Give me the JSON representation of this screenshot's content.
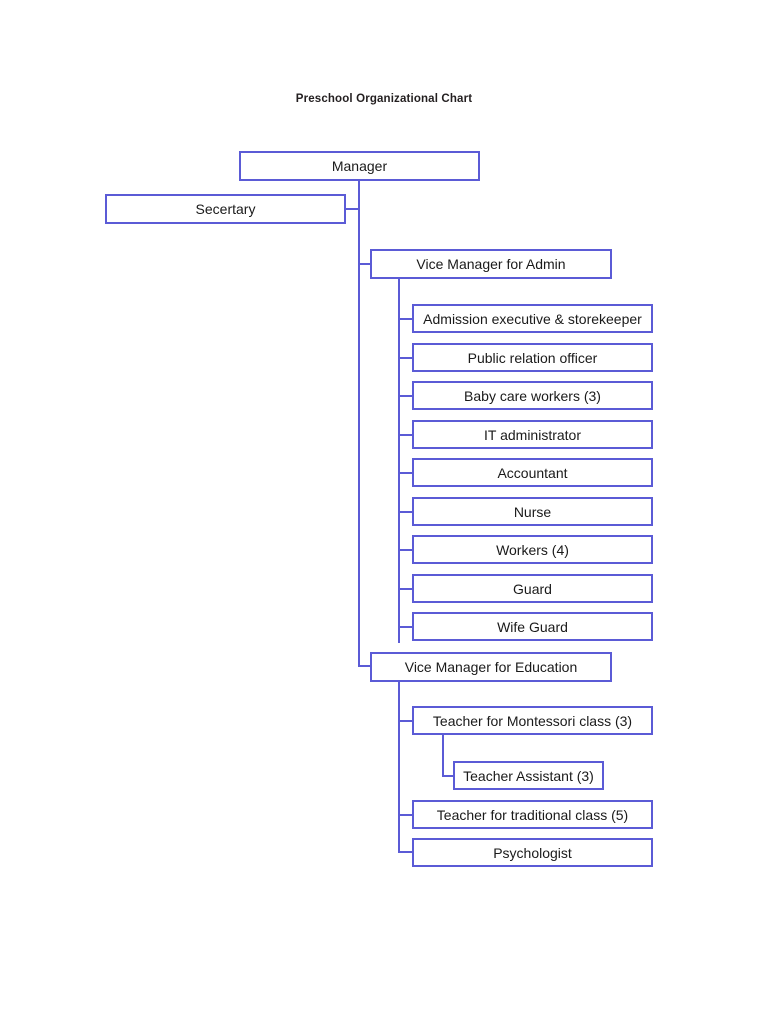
{
  "document": {
    "title": "Preschool Organizational Chart",
    "background_color": "#ffffff",
    "accent_color": "#5b5bd6",
    "text_color": "#1a1a1a"
  },
  "chart_data": {
    "type": "diagram",
    "diagram_type": "organizational-chart",
    "title": "Preschool Organizational Chart",
    "orientation": "vertical-left-trunk",
    "nodes": [
      {
        "id": "manager",
        "label": "Manager",
        "level": 0
      },
      {
        "id": "secertary",
        "label": "Secertary",
        "level": 1
      },
      {
        "id": "vm-admin",
        "label": "Vice Manager for Admin",
        "level": 1
      },
      {
        "id": "admission",
        "label": "Admission executive & storekeeper",
        "level": 2
      },
      {
        "id": "pr-officer",
        "label": "Public relation officer",
        "level": 2
      },
      {
        "id": "baby-care",
        "label": "Baby care workers (3)",
        "level": 2
      },
      {
        "id": "it-admin",
        "label": "IT administrator",
        "level": 2
      },
      {
        "id": "accountant",
        "label": "Accountant",
        "level": 2
      },
      {
        "id": "nurse",
        "label": "Nurse",
        "level": 2
      },
      {
        "id": "workers",
        "label": "Workers (4)",
        "level": 2
      },
      {
        "id": "guard",
        "label": "Guard",
        "level": 2
      },
      {
        "id": "wife-guard",
        "label": "Wife Guard",
        "level": 2
      },
      {
        "id": "vm-education",
        "label": "Vice Manager for Education",
        "level": 1
      },
      {
        "id": "montessori",
        "label": "Teacher for Montessori class (3)",
        "level": 2
      },
      {
        "id": "teacher-assist",
        "label": "Teacher Assistant (3)",
        "level": 3
      },
      {
        "id": "traditional",
        "label": "Teacher for traditional class (5)",
        "level": 2
      },
      {
        "id": "psychologist",
        "label": "Psychologist",
        "level": 2
      }
    ],
    "edges": [
      {
        "from": "manager",
        "to": "secertary"
      },
      {
        "from": "manager",
        "to": "vm-admin"
      },
      {
        "from": "manager",
        "to": "vm-education"
      },
      {
        "from": "vm-admin",
        "to": "admission"
      },
      {
        "from": "vm-admin",
        "to": "pr-officer"
      },
      {
        "from": "vm-admin",
        "to": "baby-care"
      },
      {
        "from": "vm-admin",
        "to": "it-admin"
      },
      {
        "from": "vm-admin",
        "to": "accountant"
      },
      {
        "from": "vm-admin",
        "to": "nurse"
      },
      {
        "from": "vm-admin",
        "to": "workers"
      },
      {
        "from": "vm-admin",
        "to": "guard"
      },
      {
        "from": "vm-admin",
        "to": "wife-guard"
      },
      {
        "from": "vm-education",
        "to": "montessori"
      },
      {
        "from": "montessori",
        "to": "teacher-assist"
      },
      {
        "from": "vm-education",
        "to": "traditional"
      },
      {
        "from": "vm-education",
        "to": "psychologist"
      }
    ],
    "staff_counts": {
      "baby-care": 3,
      "workers": 4,
      "montessori": 3,
      "teacher-assist": 3,
      "traditional": 5
    }
  }
}
